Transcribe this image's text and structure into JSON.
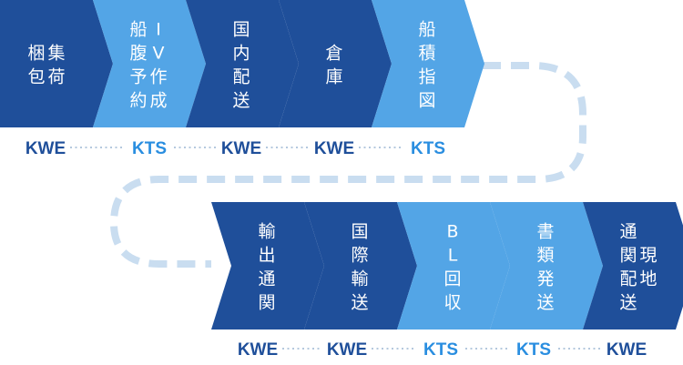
{
  "colors": {
    "dark": "#1f4f9a",
    "light": "#53a5e6",
    "dark_text": "#1f4f9a",
    "light_text": "#2a8ee0",
    "connector": "#c9ddf0",
    "dots": "#9bb6d3"
  },
  "rows": [
    {
      "steps": [
        {
          "id": "s1",
          "lines": [
            "集荷",
            "梱包"
          ],
          "tone": "dark",
          "org": "KWE"
        },
        {
          "id": "s2",
          "lines": [
            "IV作成",
            "船腹予約"
          ],
          "tone": "light",
          "org": "KTS"
        },
        {
          "id": "s3",
          "lines": [
            "国内配送"
          ],
          "tone": "dark",
          "org": "KWE"
        },
        {
          "id": "s4",
          "lines": [
            "倉庫"
          ],
          "tone": "dark",
          "org": "KWE"
        },
        {
          "id": "s5",
          "lines": [
            "船積指図"
          ],
          "tone": "light",
          "org": "KTS"
        }
      ]
    },
    {
      "steps": [
        {
          "id": "s6",
          "lines": [
            "輸出通関"
          ],
          "tone": "dark",
          "org": "KWE"
        },
        {
          "id": "s7",
          "lines": [
            "国際輸送"
          ],
          "tone": "dark",
          "org": "KWE"
        },
        {
          "id": "s8",
          "lines": [
            "BL回収"
          ],
          "tone": "light",
          "org": "KTS"
        },
        {
          "id": "s9",
          "lines": [
            "書類発送"
          ],
          "tone": "light",
          "org": "KTS"
        },
        {
          "id": "s10",
          "lines": [
            "現地",
            "通関配送"
          ],
          "tone": "dark",
          "org": "KWE"
        }
      ]
    }
  ]
}
